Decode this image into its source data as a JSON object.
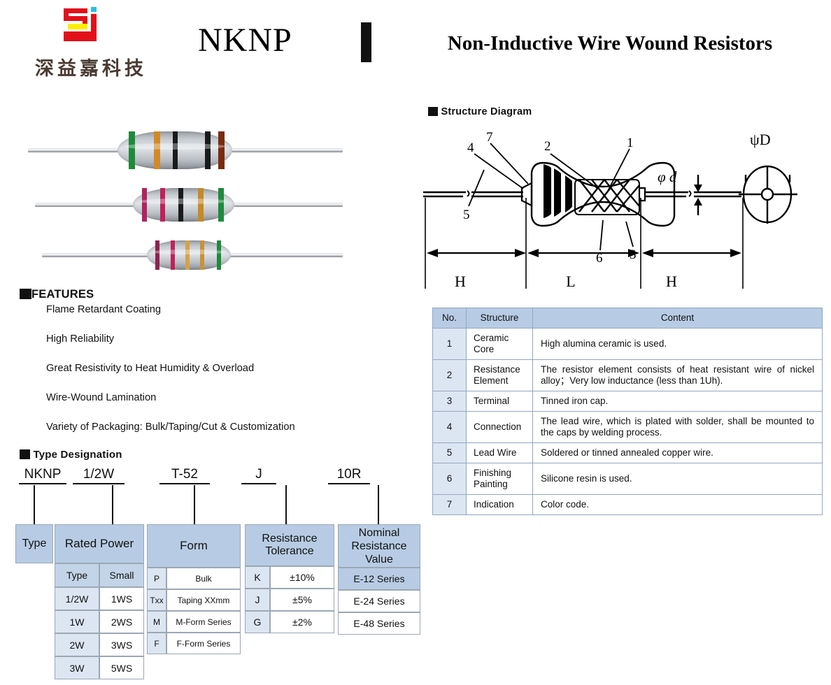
{
  "header": {
    "logo_icon": "syj-logo-mark",
    "company_name_cn": "深益嘉科技",
    "series_name": "NKNP",
    "main_title": "Non-Inductive Wire Wound Resistors"
  },
  "product_photos": {
    "caption": "",
    "items": [
      {
        "name": "resistor-photo-1",
        "bands": [
          "green",
          "orange",
          "black",
          "brown"
        ]
      },
      {
        "name": "resistor-photo-2",
        "bands": [
          "violet",
          "red",
          "black",
          "orange",
          "green"
        ]
      },
      {
        "name": "resistor-photo-3",
        "bands": [
          "violet",
          "red",
          "orange",
          "orange",
          "green"
        ]
      }
    ]
  },
  "features": {
    "title": "FEATURES",
    "items": [
      "Flame Retardant Coating",
      "High Reliability",
      "Great Resistivity to Heat Humidity & Overload",
      "Wire-Wound Lamination",
      "Variety of Packaging: Bulk/Taping/Cut & Customization"
    ]
  },
  "type_designation": {
    "title": "Type Designation",
    "code_parts": [
      "NKNP",
      "1/2W",
      "T-52",
      "J",
      "10R"
    ],
    "columns": {
      "type": {
        "header": "Type"
      },
      "rated_power": {
        "header": "Rated Power",
        "sub_headers": [
          "Type",
          "Small"
        ],
        "rows": [
          [
            "1/2W",
            "1WS"
          ],
          [
            "1W",
            "2WS"
          ],
          [
            "2W",
            "3WS"
          ],
          [
            "3W",
            "5WS"
          ]
        ]
      },
      "form": {
        "header": "Form",
        "rows": [
          [
            "P",
            "Bulk"
          ],
          [
            "Txx",
            "Taping XXmm"
          ],
          [
            "M",
            "M-Form Series"
          ],
          [
            "F",
            "F-Form Series"
          ]
        ]
      },
      "resistance_tolerance": {
        "header": "Resistance Tolerance",
        "rows": [
          [
            "K",
            "±10%"
          ],
          [
            "J",
            "±5%"
          ],
          [
            "G",
            "±2%"
          ]
        ]
      },
      "nominal_resistance_value": {
        "header": "Nominal Resistance Value",
        "rows": [
          "E-12 Series",
          "E-24 Series",
          "E-48 Series"
        ]
      }
    }
  },
  "structure_diagram": {
    "title": "Structure Diagram",
    "callouts": [
      "1",
      "2",
      "3",
      "4",
      "5",
      "6",
      "7"
    ],
    "dimension_labels": [
      "H",
      "L",
      "H"
    ],
    "lead_diameter_label": "φ d",
    "body_diameter_label": "ψD"
  },
  "structure_table": {
    "headers": [
      "No.",
      "Structure",
      "Content"
    ],
    "rows": [
      {
        "no": "1",
        "structure": "Ceramic Core",
        "content": "High alumina ceramic is used."
      },
      {
        "no": "2",
        "structure": "Resistance Element",
        "content": "The resistor element consists of heat resistant wire of nickel alloy；Very low inductance (less than 1Uh)."
      },
      {
        "no": "3",
        "structure": "Terminal",
        "content": "Tinned iron cap."
      },
      {
        "no": "4",
        "structure": "Connection",
        "content": "The lead wire, which is plated with solder, shall be mounted to the caps by welding process."
      },
      {
        "no": "5",
        "structure": "Lead Wire",
        "content": "Soldered or tinned annealed copper wire."
      },
      {
        "no": "6",
        "structure": "Finishing Painting",
        "content": "Silicone resin is used."
      },
      {
        "no": "7",
        "structure": "Indication",
        "content": "Color code."
      }
    ]
  },
  "colors": {
    "header_blue": "#b7cce4",
    "light_blue": "#dce6f2",
    "border_blue": "#93a7c0",
    "logo_red": "#e2101a",
    "logo_yellow": "#fdee00",
    "logo_cyan": "#29c0e8",
    "company_text": "#4a3b33"
  }
}
